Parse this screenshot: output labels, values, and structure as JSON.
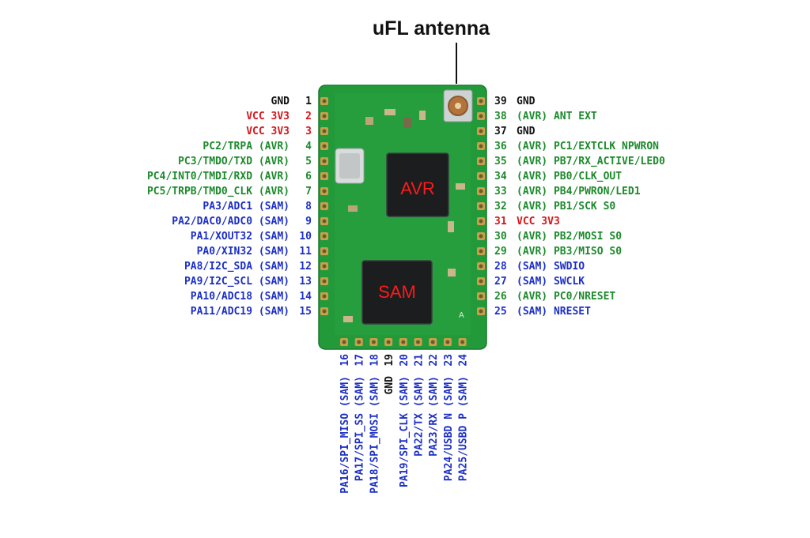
{
  "title": "uFL antenna",
  "chips": {
    "top": "AVR",
    "bottom": "SAM"
  },
  "board_marking": "A",
  "colors": {
    "power": "#d6161b",
    "avr": "#1d8a2c",
    "sam": "#1d2fc6",
    "gnd": "#111111",
    "pcb": "#239a3a",
    "pcb_dark": "#1a7a2d",
    "chip": "#1b1d1f",
    "pad": "#c8a04a"
  },
  "pins_left": [
    {
      "num": "1",
      "label": "GND",
      "group": "gnd"
    },
    {
      "num": "2",
      "label": "VCC 3V3",
      "group": "power"
    },
    {
      "num": "3",
      "label": "VCC 3V3",
      "group": "power"
    },
    {
      "num": "4",
      "label": "PC2/TRPA (AVR)",
      "group": "avr"
    },
    {
      "num": "5",
      "label": "PC3/TMDO/TXD (AVR)",
      "group": "avr"
    },
    {
      "num": "6",
      "label": "PC4/INT0/TMDI/RXD (AVR)",
      "group": "avr"
    },
    {
      "num": "7",
      "label": "PC5/TRPB/TMD0_CLK (AVR)",
      "group": "avr"
    },
    {
      "num": "8",
      "label": "PA3/ADC1 (SAM)",
      "group": "sam"
    },
    {
      "num": "9",
      "label": "PA2/DAC0/ADC0 (SAM)",
      "group": "sam"
    },
    {
      "num": "10",
      "label": "PA1/XOUT32 (SAM)",
      "group": "sam"
    },
    {
      "num": "11",
      "label": "PA0/XIN32 (SAM)",
      "group": "sam"
    },
    {
      "num": "12",
      "label": "PA8/I2C_SDA (SAM)",
      "group": "sam"
    },
    {
      "num": "13",
      "label": "PA9/I2C_SCL (SAM)",
      "group": "sam"
    },
    {
      "num": "14",
      "label": "PA10/ADC18 (SAM)",
      "group": "sam"
    },
    {
      "num": "15",
      "label": "PA11/ADC19 (SAM)",
      "group": "sam"
    }
  ],
  "pins_right": [
    {
      "num": "39",
      "label": "GND",
      "group": "gnd"
    },
    {
      "num": "38",
      "label": "(AVR) ANT EXT",
      "group": "avr"
    },
    {
      "num": "37",
      "label": "GND",
      "group": "gnd"
    },
    {
      "num": "36",
      "label": "(AVR) PC1/EXTCLK NPWRON",
      "group": "avr"
    },
    {
      "num": "35",
      "label": "(AVR) PB7/RX_ACTIVE/LED0",
      "group": "avr"
    },
    {
      "num": "34",
      "label": "(AVR) PB0/CLK_OUT",
      "group": "avr"
    },
    {
      "num": "33",
      "label": "(AVR) PB4/PWRON/LED1",
      "group": "avr"
    },
    {
      "num": "32",
      "label": "(AVR) PB1/SCK S0",
      "group": "avr"
    },
    {
      "num": "31",
      "label": "VCC 3V3",
      "group": "power"
    },
    {
      "num": "30",
      "label": "(AVR) PB2/MOSI S0",
      "group": "avr"
    },
    {
      "num": "29",
      "label": "(AVR) PB3/MISO S0",
      "group": "avr"
    },
    {
      "num": "28",
      "label": "(SAM) SWDIO",
      "group": "sam"
    },
    {
      "num": "27",
      "label": "(SAM) SWCLK",
      "group": "sam"
    },
    {
      "num": "26",
      "label": "(AVR) PC0/NRESET",
      "group": "avr"
    },
    {
      "num": "25",
      "label": "(SAM) NRESET",
      "group": "sam"
    }
  ],
  "pins_bottom": [
    {
      "num": "16",
      "label": "PA16/SPI_MISO (SAM)",
      "group": "sam"
    },
    {
      "num": "17",
      "label": "PA17/SPI_SS (SAM)",
      "group": "sam"
    },
    {
      "num": "18",
      "label": "PA18/SPI_MOSI (SAM)",
      "group": "sam"
    },
    {
      "num": "19",
      "label": "GND",
      "group": "gnd"
    },
    {
      "num": "20",
      "label": "PA19/SPI_CLK (SAM)",
      "group": "sam"
    },
    {
      "num": "21",
      "label": "PA22/TX (SAM)",
      "group": "sam"
    },
    {
      "num": "22",
      "label": "PA23/RX (SAM)",
      "group": "sam"
    },
    {
      "num": "23",
      "label": "PA24/USBD N (SAM)",
      "group": "sam"
    },
    {
      "num": "24",
      "label": "PA25/USBD P (SAM)",
      "group": "sam"
    }
  ]
}
